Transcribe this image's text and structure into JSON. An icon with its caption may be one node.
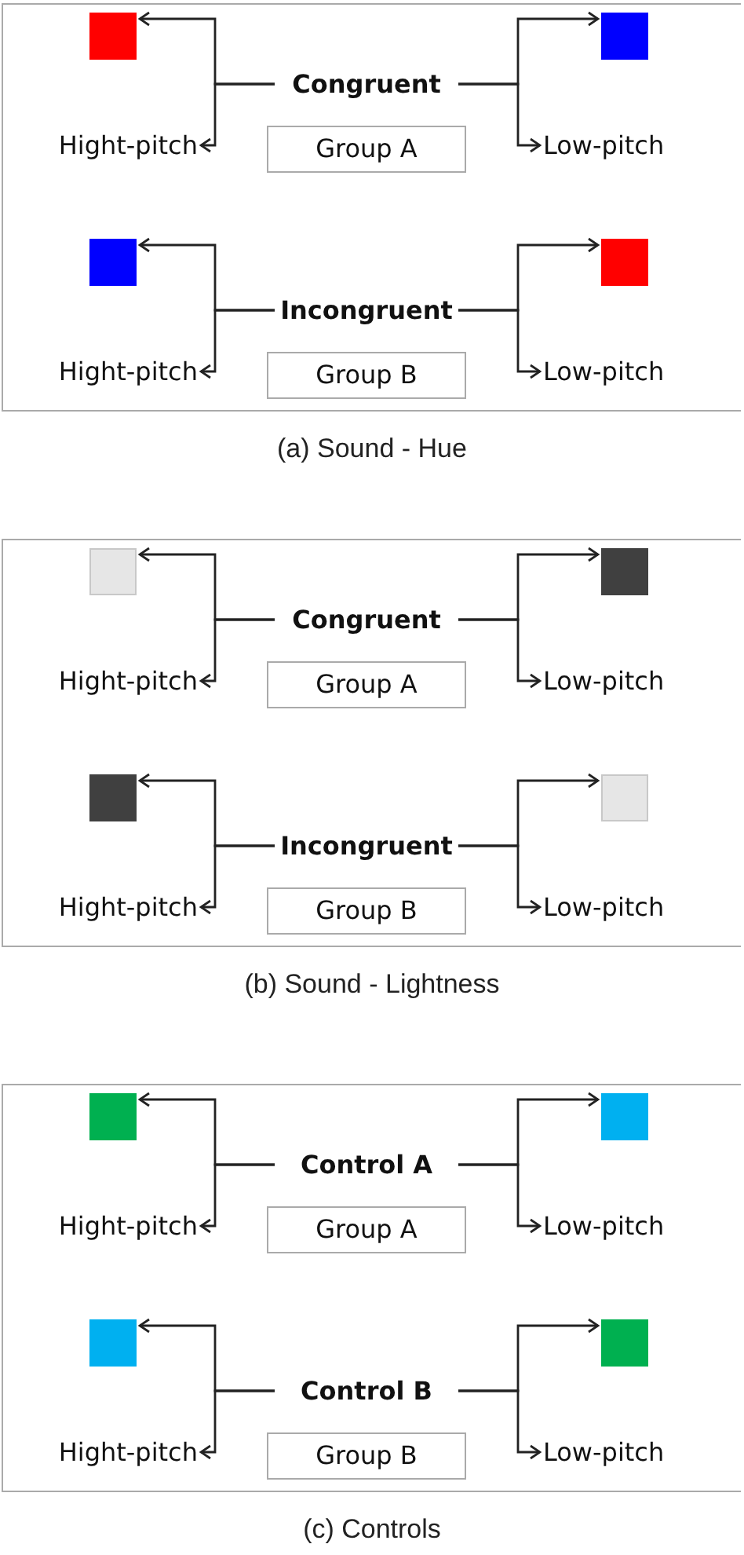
{
  "diagram": {
    "nodes": [
      {
        "text": [
          "(a) Sound - Hue"
        ]
      },
      {
        "text": [],
        "shape": "box",
        "in": 0
      },
      {
        "text": [],
        "shape": "box",
        "in": 0
      },
      {
        "text": [
          "Congruent"
        ],
        "in": 0
      },
      {
        "text": [
          "Hight-pitch"
        ],
        "in": 0
      },
      {
        "text": [
          "Group A"
        ],
        "in": 0
      },
      {
        "text": [
          "Low-pitch"
        ],
        "in": 0
      },
      {
        "text": [],
        "shape": "box",
        "in": 0
      },
      {
        "text": [],
        "shape": "box",
        "in": 0
      },
      {
        "text": [
          "Incongruent"
        ],
        "in": 0
      },
      {
        "text": [
          "Hight-pitch"
        ],
        "in": 0
      },
      {
        "text": [
          "Group B"
        ],
        "in": 0
      },
      {
        "text": [
          "Low-pitch"
        ],
        "in": 0
      },
      {
        "text": [
          "(b) Sound - Lightness"
        ]
      },
      {
        "text": [],
        "shape": "box",
        "in": 13
      },
      {
        "text": [],
        "shape": "box",
        "in": 13
      },
      {
        "text": [
          "Congruent"
        ],
        "in": 13
      },
      {
        "text": [
          "Hight-pitch"
        ],
        "in": 13
      },
      {
        "text": [
          "Group A"
        ],
        "in": 13
      },
      {
        "text": [
          "Low-pitch"
        ],
        "in": 13
      },
      {
        "text": [],
        "shape": "box",
        "in": 13
      },
      {
        "text": [],
        "shape": "box",
        "in": 13
      },
      {
        "text": [
          "Incongruent"
        ],
        "in": 13
      },
      {
        "text": [
          "Hight-pitch"
        ],
        "in": 13
      },
      {
        "text": [
          "Group B"
        ],
        "in": 13
      },
      {
        "text": [
          "Low-pitch"
        ],
        "in": 13
      },
      {
        "text": [
          "(c) Controls"
        ]
      },
      {
        "text": [],
        "shape": "box",
        "in": 26
      },
      {
        "text": [],
        "shape": "box",
        "in": 26
      },
      {
        "text": [
          "Control A"
        ],
        "in": 26
      },
      {
        "text": [
          "Hight-pitch"
        ],
        "in": 26
      },
      {
        "text": [
          "Group A"
        ],
        "in": 26
      },
      {
        "text": [
          "Low-pitch"
        ],
        "in": 26
      },
      {
        "text": [],
        "shape": "box",
        "in": 26
      },
      {
        "text": [],
        "shape": "box",
        "in": 26
      },
      {
        "text": [
          "Control B"
        ],
        "in": 26
      },
      {
        "text": [
          "Hight-pitch"
        ],
        "in": 26
      },
      {
        "text": [
          "Group B"
        ],
        "in": 26
      },
      {
        "text": [
          "Low-pitch"
        ],
        "in": 26
      }
    ],
    "edges": [
      {
        "from": 3,
        "to": 1,
        "arrow": "to"
      },
      {
        "from": 3,
        "to": 4,
        "arrow": "to"
      },
      {
        "from": 3,
        "to": 2,
        "arrow": "to"
      },
      {
        "from": 3,
        "to": 6,
        "arrow": "to"
      },
      {
        "from": 9,
        "to": 7,
        "arrow": "to"
      },
      {
        "from": 9,
        "to": 10,
        "arrow": "to"
      },
      {
        "from": 9,
        "to": 8,
        "arrow": "to"
      },
      {
        "from": 9,
        "to": 12,
        "arrow": "to"
      },
      {
        "from": 16,
        "to": 14,
        "arrow": "to"
      },
      {
        "from": 16,
        "to": 17,
        "arrow": "to"
      },
      {
        "from": 16,
        "to": 15,
        "arrow": "to"
      },
      {
        "from": 16,
        "to": 19,
        "arrow": "to"
      },
      {
        "from": 22,
        "to": 20,
        "arrow": "to"
      },
      {
        "from": 22,
        "to": 23,
        "arrow": "to"
      },
      {
        "from": 22,
        "to": 21,
        "arrow": "to"
      },
      {
        "from": 22,
        "to": 25,
        "arrow": "to"
      },
      {
        "from": 29,
        "to": 27,
        "arrow": "to"
      },
      {
        "from": 29,
        "to": 30,
        "arrow": "to"
      },
      {
        "from": 29,
        "to": 28,
        "arrow": "to"
      },
      {
        "from": 29,
        "to": 32,
        "arrow": "to"
      },
      {
        "from": 35,
        "to": 33,
        "arrow": "to"
      },
      {
        "from": 35,
        "to": 36,
        "arrow": "to"
      },
      {
        "from": 35,
        "to": 34,
        "arrow": "to"
      },
      {
        "from": 35,
        "to": 38,
        "arrow": "to"
      }
    ]
  }
}
